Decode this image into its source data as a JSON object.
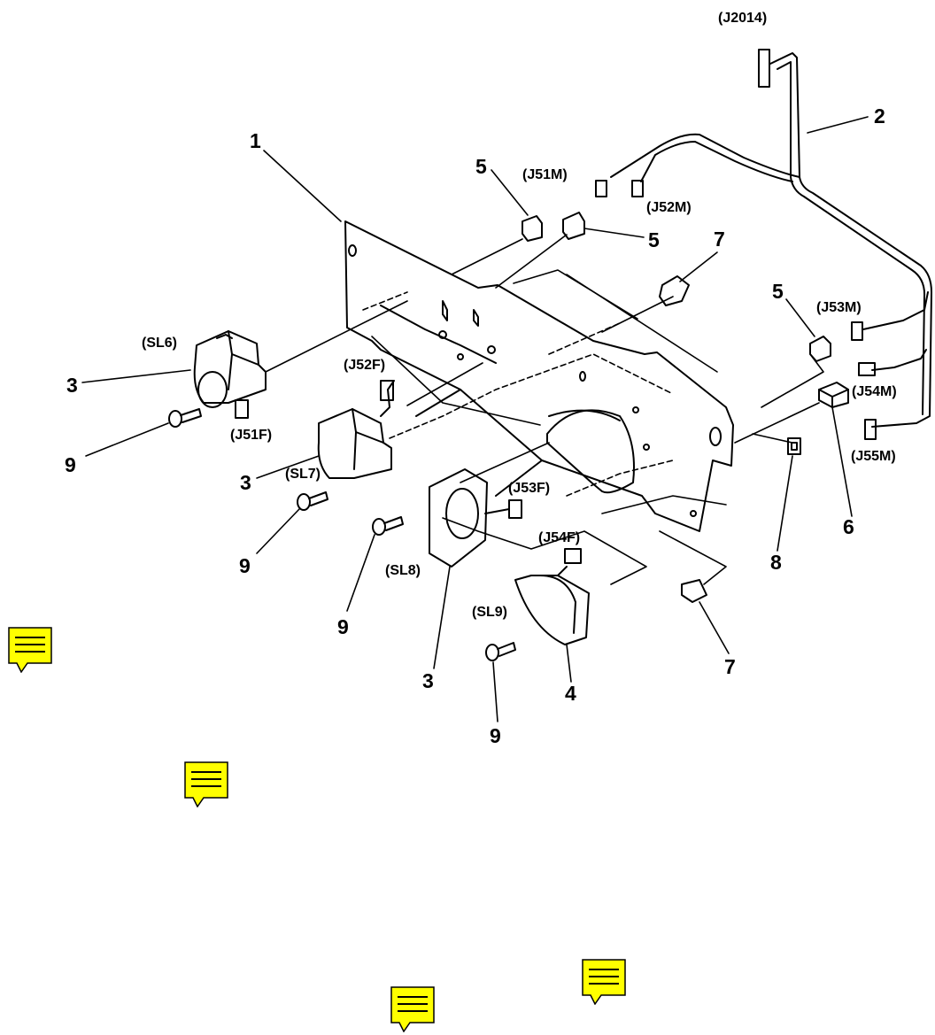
{
  "diagram": {
    "connectors": {
      "j2014": "(J2014)",
      "j51m": "(J51M)",
      "j52m": "(J52M)",
      "j53m": "(J53M)",
      "j54m": "(J54M)",
      "j55m": "(J55M)",
      "j51f": "(J51F)",
      "j52f": "(J52F)",
      "j53f": "(J53F)",
      "j54f": "(J54F)"
    },
    "solenoids": {
      "sl6": "(SL6)",
      "sl7": "(SL7)",
      "sl8": "(SL8)",
      "sl9": "(SL9)"
    },
    "callouts": {
      "c1": "1",
      "c2": "2",
      "c3a": "3",
      "c3b": "3",
      "c3c": "3",
      "c4": "4",
      "c5a": "5",
      "c5b": "5",
      "c5c": "5",
      "c6": "6",
      "c7a": "7",
      "c7b": "7",
      "c8": "8",
      "c9a": "9",
      "c9b": "9",
      "c9c": "9",
      "c9d": "9"
    },
    "note_icon_color": "#ffff00"
  }
}
